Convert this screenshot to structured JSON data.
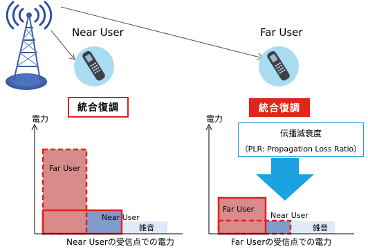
{
  "near_user": {
    "title": "Near User",
    "decode_label": "統合復調",
    "graph": {
      "axis_label": "電力",
      "far_user_label": "Far User",
      "near_user_label": "Near User",
      "noise_label": "雑音",
      "caption": "Near Userの受信点での電力"
    }
  },
  "far_user": {
    "title": "Far User",
    "decode_label": "統合復調",
    "plr_title": "伝播減衰度",
    "plr_subtitle": "（PLR: Propagation Loss Ratio）",
    "graph": {
      "axis_label": "電力",
      "far_user_label": "Far User",
      "near_user_label": "Near User",
      "noise_label": "雑音",
      "caption": "Far Userの受信点での電力"
    }
  },
  "colors": {
    "red_outline": "#e02020",
    "far_fill": "#d98a8a",
    "near_fill": "#7e9bc9",
    "noise_fill": "#dfe9f7",
    "phone_circle": "#a9dcf1",
    "arrow_blue": "#1aa3e0",
    "tower_blue": "#3f64ad"
  },
  "icons": [
    "cell-tower-icon",
    "mobile-phone-icon",
    "down-arrow-icon"
  ]
}
